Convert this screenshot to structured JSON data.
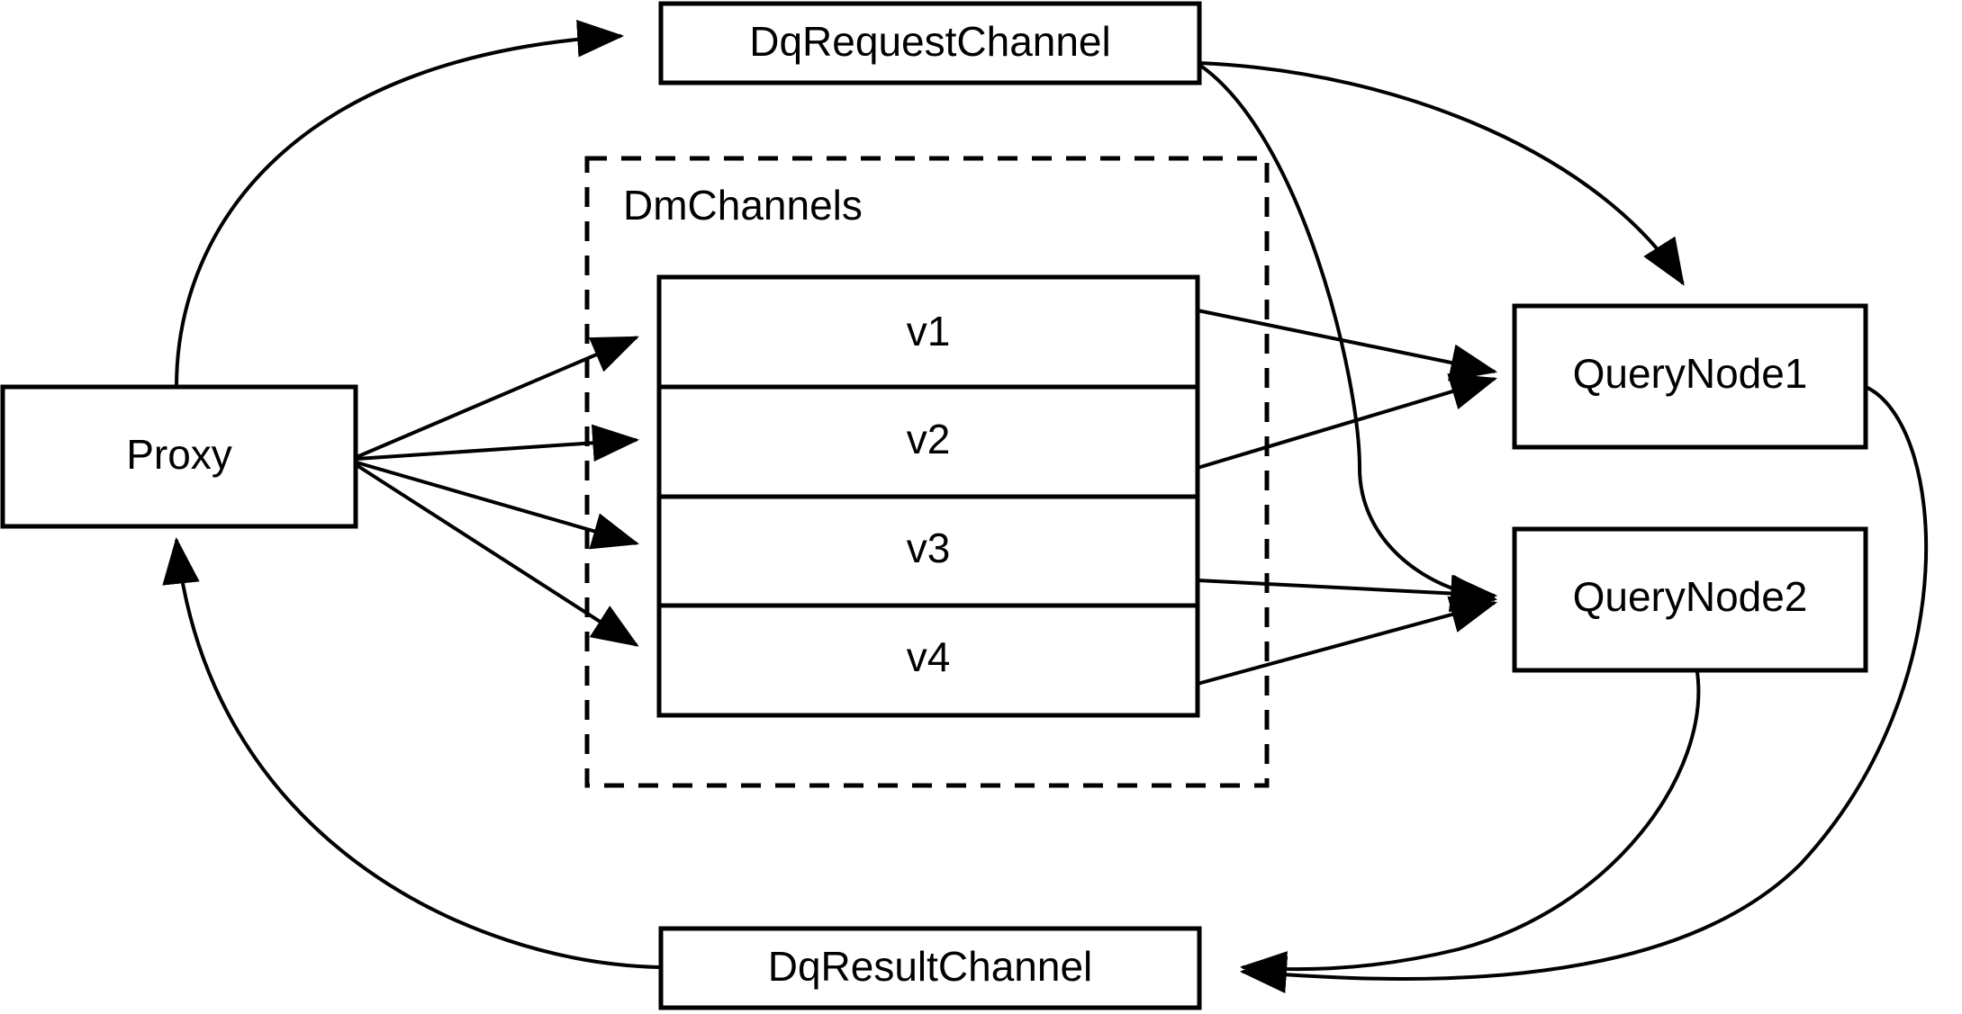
{
  "diagram": {
    "title": "Milvus distributed query channel flow",
    "background_color": "#ffffff",
    "line_color": "#000000",
    "nodes": {
      "proxy": {
        "label": "Proxy"
      },
      "dq_request_channel": {
        "label": "DqRequestChannel"
      },
      "dq_result_channel": {
        "label": "DqResultChannel"
      },
      "query_node_1": {
        "label": "QueryNode1"
      },
      "query_node_2": {
        "label": "QueryNode2"
      }
    },
    "group": {
      "label": "DmChannels",
      "style": "dashed"
    },
    "channels": {
      "rows": [
        {
          "label": "v1"
        },
        {
          "label": "v2"
        },
        {
          "label": "v3"
        },
        {
          "label": "v4"
        }
      ]
    },
    "edges": [
      {
        "from": "Proxy",
        "to": "DqRequestChannel",
        "style": "curved",
        "arrow": "to"
      },
      {
        "from": "Proxy",
        "to": "v1",
        "style": "straight",
        "arrow": "to"
      },
      {
        "from": "Proxy",
        "to": "v2",
        "style": "straight",
        "arrow": "to"
      },
      {
        "from": "Proxy",
        "to": "v3",
        "style": "straight",
        "arrow": "to"
      },
      {
        "from": "Proxy",
        "to": "v4",
        "style": "straight",
        "arrow": "to"
      },
      {
        "from": "DqRequestChannel",
        "to": "QueryNode1",
        "style": "curved",
        "arrow": "to"
      },
      {
        "from": "DqRequestChannel",
        "to": "QueryNode2",
        "style": "curved",
        "arrow": "to"
      },
      {
        "from": "v1",
        "to": "QueryNode1",
        "style": "straight",
        "arrow": "to"
      },
      {
        "from": "v2",
        "to": "QueryNode1",
        "style": "straight",
        "arrow": "to"
      },
      {
        "from": "v3",
        "to": "QueryNode2",
        "style": "straight",
        "arrow": "to"
      },
      {
        "from": "v4",
        "to": "QueryNode2",
        "style": "straight",
        "arrow": "to"
      },
      {
        "from": "QueryNode1",
        "to": "DqResultChannel",
        "style": "curved",
        "arrow": "to"
      },
      {
        "from": "QueryNode2",
        "to": "DqResultChannel",
        "style": "curved",
        "arrow": "to"
      },
      {
        "from": "DqResultChannel",
        "to": "Proxy",
        "style": "curved",
        "arrow": "to"
      }
    ]
  }
}
